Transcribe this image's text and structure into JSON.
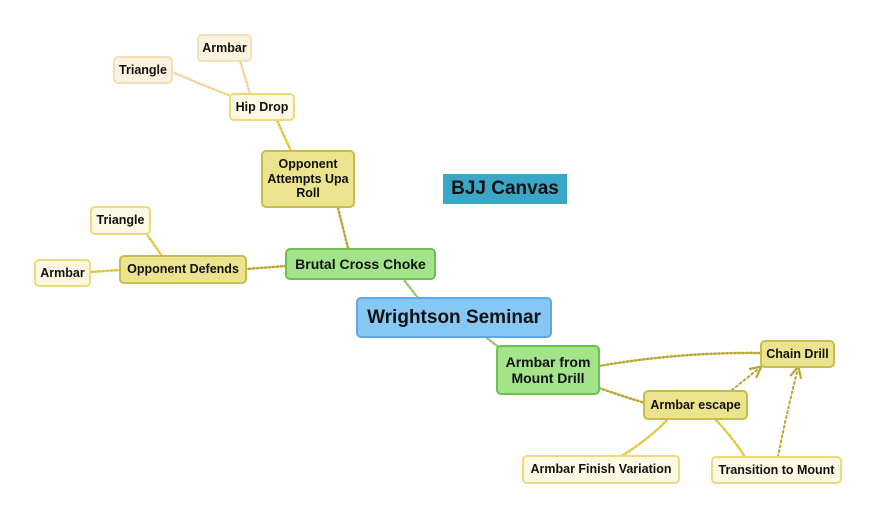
{
  "canvas_title": "BJJ Canvas",
  "colors": {
    "root_fill": "#86c8f4",
    "topic_fill": "#a3e38a",
    "subtopic_fill": "#ece38e",
    "leaf_fill": "#fdf8e3",
    "title_label_fill": "#3aa7c9",
    "connector": "#c2b332"
  },
  "mind_map": {
    "root": "Wrightson Seminar",
    "topics": [
      {
        "label": "Brutal Cross Choke",
        "subtopics": [
          {
            "label": "Opponent Attempts Upa Roll",
            "children": [
              {
                "label": "Hip Drop",
                "children": [
                  "Triangle",
                  "Armbar"
                ]
              }
            ]
          },
          {
            "label": "Opponent Defends",
            "children": [
              "Triangle",
              "Armbar"
            ]
          }
        ]
      },
      {
        "label": "Armbar from Mount Drill",
        "subtopics": [
          {
            "label": "Chain Drill",
            "children": []
          },
          {
            "label": "Armbar escape",
            "children": [
              "Armbar Finish Variation",
              "Transition to Mount"
            ]
          }
        ]
      }
    ]
  }
}
